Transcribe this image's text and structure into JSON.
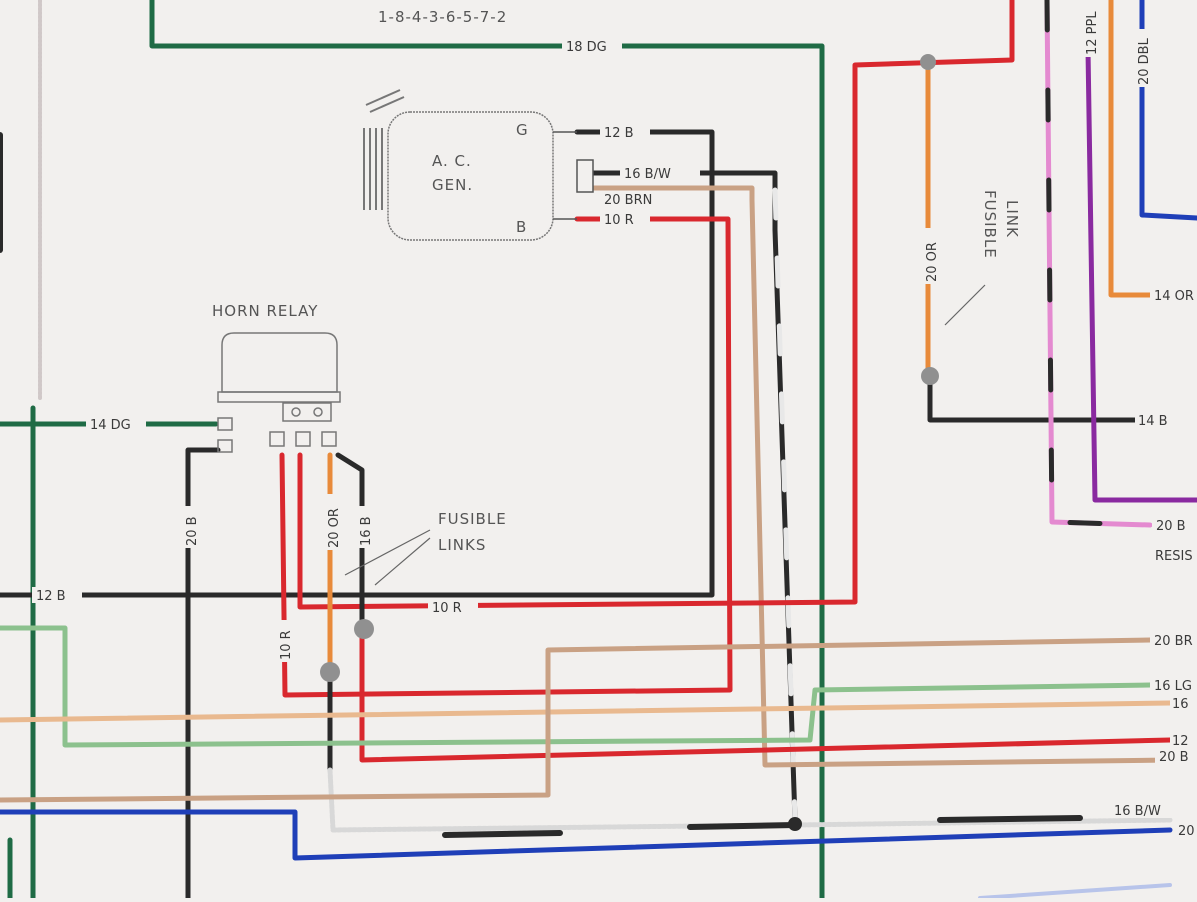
{
  "diagram": {
    "firing_order": "1-8-4-3-6-5-7-2",
    "components": {
      "alternator": {
        "line1": "A. C.",
        "line2": "GEN.",
        "terminal_g": "G",
        "terminal_b": "B"
      },
      "horn_relay": {
        "label": "HORN RELAY"
      },
      "fusible_links_left": {
        "line1": "FUSIBLE",
        "line2": "LINKS"
      },
      "fusible_link_right": {
        "line1": "FUSIBLE",
        "line2": "LINK"
      },
      "resistor_note": "RESIS"
    },
    "wire_labels": {
      "dg18": "18 DG",
      "b12_gen": "12 B",
      "bw16_gen": "16 B/W",
      "brn20_gen": "20 BRN",
      "r10_gen": "10 R",
      "dg14": "14 DG",
      "b20_vert": "20 B",
      "or20_vert": "20 OR",
      "b16_vert": "16 B",
      "b12_horiz": "12 B",
      "r10_horiz": "10 R",
      "r10_vert": "10 R",
      "or20_right": "20 OR",
      "or14_right": "14 OR",
      "b14_right": "14 B",
      "ppl12": "12 PPL",
      "dbl20": "20 DBL",
      "b20_right": "20 B",
      "br20_right": "20 BR",
      "lg16_right": "16 LG",
      "t16_right": "16",
      "r12_right": "12",
      "b20_right2": "20 B",
      "bw16_bottom": "16 B/W",
      "b20_bottom": "20"
    },
    "wire_colors": {
      "dark_green": "#1f6b45",
      "light_green": "#8cc18d",
      "red": "#d9282e",
      "black": "#2a2a2a",
      "orange": "#e88a3a",
      "tan": "#c9a184",
      "light_tan": "#e9b98f",
      "blue": "#1f3fb8",
      "purple": "#8a2aa0",
      "pink": "#e48ad0",
      "white_trace": "#d8d8d8"
    }
  }
}
